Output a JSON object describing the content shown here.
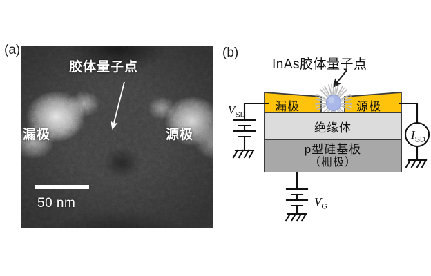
{
  "figure": {
    "panels": [
      {
        "id": "a",
        "label": "(a)",
        "type": "tem-micrograph"
      },
      {
        "id": "b",
        "label": "(b)",
        "type": "device-schematic"
      }
    ]
  },
  "panel_a": {
    "label": "(a)",
    "annotation_title": "胶体量子点",
    "electrode_left_label": "漏极",
    "electrode_right_label": "源极",
    "scale_bar_label": "50 nm",
    "arrow_name": "pointer-to-quantum-dot",
    "image_description": "grayscale TEM micrograph of nanogap electrodes"
  },
  "panel_b": {
    "label": "(b)",
    "title": "InAs胶体量子点",
    "electrodes": {
      "drain_label": "漏极",
      "source_label": "源极",
      "color": "#FFC30B"
    },
    "layers": [
      {
        "name": "insulator",
        "label": "绝缘体",
        "color": "#DCDCDC"
      },
      {
        "name": "substrate",
        "label_line1": "p型硅基板",
        "label_line2": "（栅极）",
        "color": "#A8A8A8"
      }
    ],
    "circuit": {
      "source_drain_voltage": {
        "symbol": "V",
        "subscript": "SD"
      },
      "gate_voltage": {
        "symbol": "V",
        "subscript": "G"
      },
      "source_drain_current": {
        "symbol": "I",
        "subscript": "SD"
      }
    },
    "quantum_dot": {
      "core_color": "#A9B8E8",
      "ligand_color": "#BFBFBF",
      "name": "colloidal-quantum-dot"
    }
  },
  "colors": {
    "electrode_gold": "#FFC30B",
    "insulator_gray": "#DCDCDC",
    "substrate_gray": "#A8A8A8",
    "outline": "#3A3A3A",
    "qd_core": "#A9B8E8"
  }
}
